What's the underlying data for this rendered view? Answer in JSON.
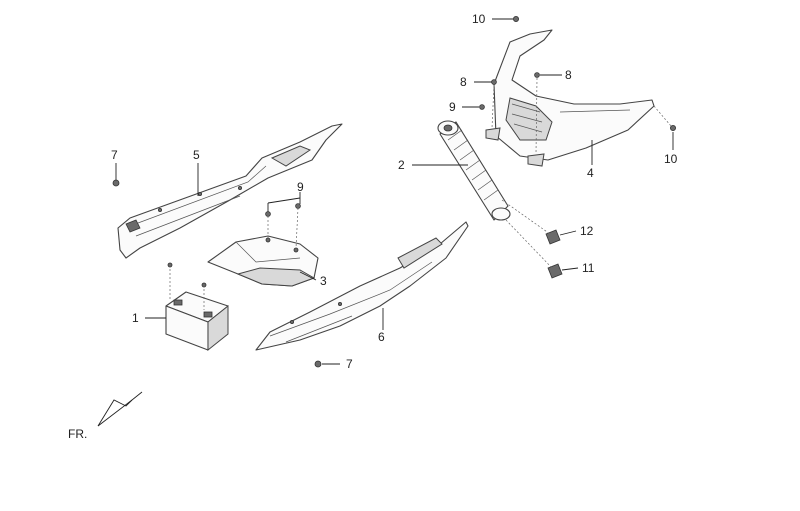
{
  "callouts": [
    "1",
    "2",
    "3",
    "4",
    "5",
    "6",
    "7",
    "7",
    "8",
    "8",
    "9",
    "9",
    "10",
    "10",
    "11",
    "12"
  ],
  "orientation": {
    "label": "FR."
  }
}
